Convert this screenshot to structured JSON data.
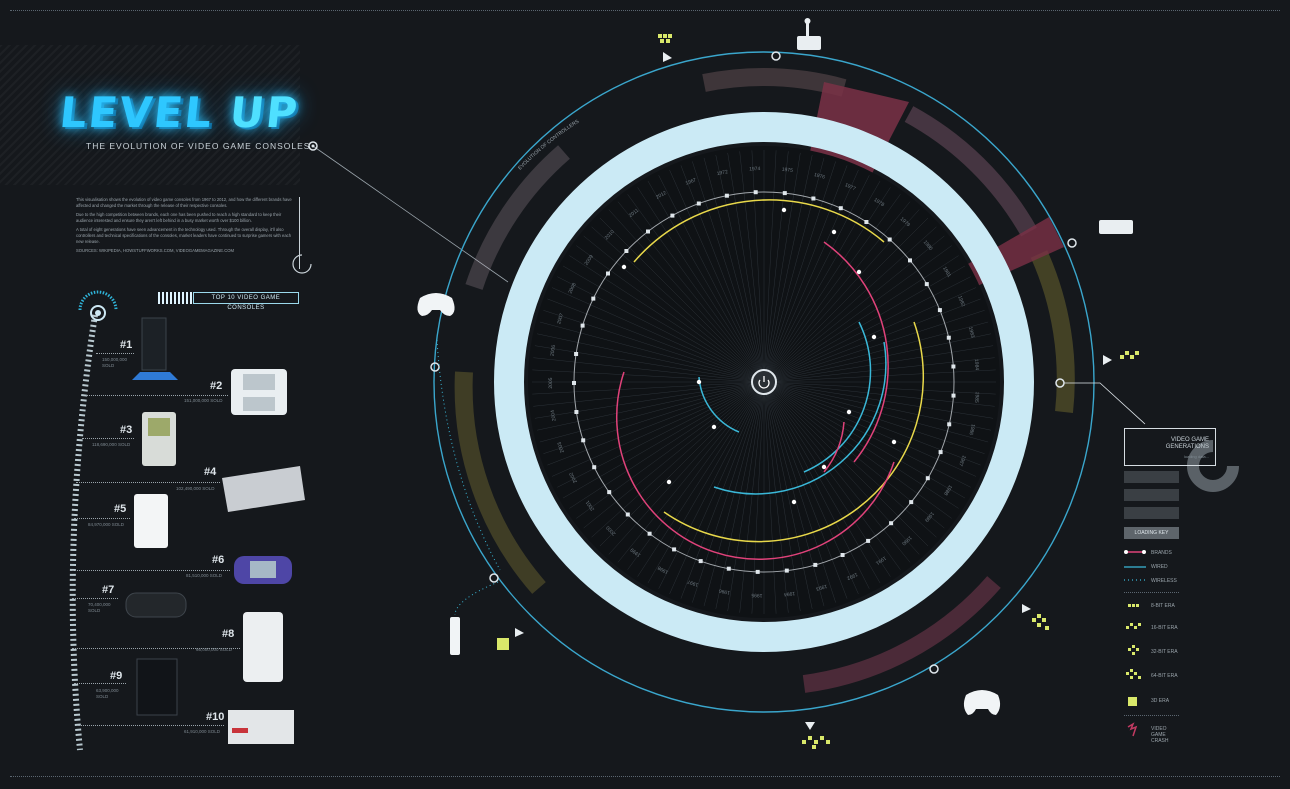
{
  "header": {
    "logo_text_level": "LEVEL",
    "logo_text_up": "UP",
    "subtitle": "THE EVOLUTION OF VIDEO GAME CONSOLES"
  },
  "intro": {
    "paragraphs": [
      "This visualisation shows the evolution of video game consoles from 1967 to 2012, and how the different brands have affected and changed the market through the release of their respective consoles.",
      "Due to the high competition between brands, each one has been pushed to reach a high standard to keep their audience interested and ensure they aren't left behind in a busy market worth over $100 billion.",
      "A total of eight generations have seen advancement in the technology used. Through the overall display, it'll also controllers and technical specifications of the consoles, market leaders have continued to surprise gamers with each new release.",
      "SOURCES: WIKIPEDIA, HOWSTUFFWORKS.COM, VIDEOGAMEMAGAZINE.COM"
    ]
  },
  "top10": {
    "heading": "TOP 10 VIDEO GAME CONSOLES",
    "items": [
      {
        "rank": "#1",
        "sold": "150,000,000 SOLD",
        "console": "playstation-2"
      },
      {
        "rank": "#2",
        "sold": "151,000,000 SOLD",
        "console": "nintendo-ds"
      },
      {
        "rank": "#3",
        "sold": "118,690,000 SOLD",
        "console": "game-boy"
      },
      {
        "rank": "#4",
        "sold": "102,490,000 SOLD",
        "console": "playstation"
      },
      {
        "rank": "#5",
        "sold": "84,970,000 SOLD",
        "console": "wii"
      },
      {
        "rank": "#6",
        "sold": "81,510,000 SOLD",
        "console": "game-boy-advance"
      },
      {
        "rank": "#7",
        "sold": "70,400,000 SOLD",
        "console": "psp"
      },
      {
        "rank": "#8",
        "sold": "66,000,000 SOLD",
        "console": "xbox-360"
      },
      {
        "rank": "#9",
        "sold": "63,900,000 SOLD",
        "console": "playstation-3"
      },
      {
        "rank": "#10",
        "sold": "61,910,000 SOLD",
        "console": "nes"
      }
    ]
  },
  "ring": {
    "outer_label": "EVOLUTION OF CONTROLLERS",
    "years": [
      "1967",
      "1972",
      "1974",
      "1975",
      "1976",
      "1977",
      "1978",
      "1979",
      "1980",
      "1981",
      "1982",
      "1983",
      "1984",
      "1985",
      "1986",
      "1987",
      "1988",
      "1989",
      "1990",
      "1991",
      "1992",
      "1993",
      "1994",
      "1995",
      "1996",
      "1997",
      "1998",
      "1999",
      "2000",
      "2001",
      "2002",
      "2003",
      "2004",
      "2005",
      "2006",
      "2007",
      "2008",
      "2009",
      "2010",
      "2011",
      "2012"
    ]
  },
  "legend": {
    "title_line1": "VIDEO GAME",
    "title_line2": "GENERATIONS",
    "loading_small": "loading data...",
    "loading_key": "LOADING KEY",
    "brands": "BRANDS",
    "wired": "WIRED",
    "wireless": "WIRELESS",
    "era_8bit": "8-BIT ERA",
    "era_16bit": "16-BIT ERA",
    "era_32bit": "32-BIT ERA",
    "era_64bit": "64-BIT ERA",
    "era_3d": "3D ERA",
    "crash_1": "VIDEO",
    "crash_2": "GAME",
    "crash_3": "CRASH"
  },
  "colors": {
    "background": "#15181c",
    "ring_inner": "#cbeaf5",
    "cyan": "#3ab8d8",
    "pink": "#e0427a",
    "yellow": "#e8d84a",
    "crash": "#7a3146",
    "era_green": "#d9e86a"
  }
}
